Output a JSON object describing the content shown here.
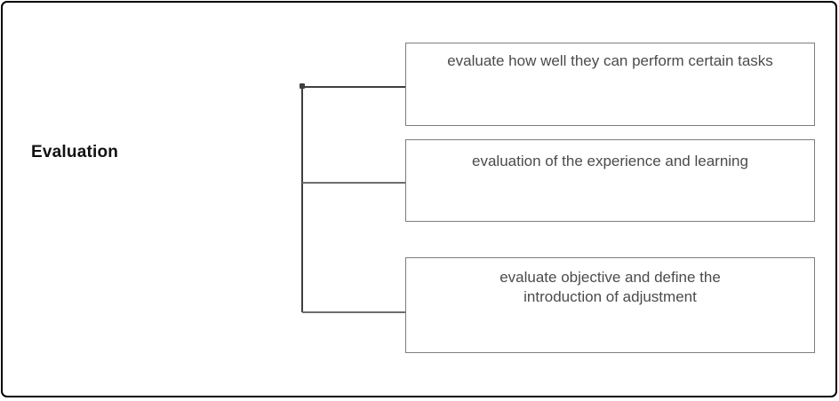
{
  "root": {
    "label": "Evaluation"
  },
  "branches": [
    {
      "label": "evaluate how well they can perform certain tasks"
    },
    {
      "label": "evaluation of the experience and learning"
    },
    {
      "label": "evaluate objective and define the introduction of adjustment"
    }
  ],
  "colors": {
    "outer_border": "#000000",
    "box_border": "#7d7d7d",
    "box_text": "#4b4b4b",
    "root_text": "#111111",
    "connector_dark": "#3f3f3f",
    "connector_light": "#6e6e6e",
    "background": "#ffffff"
  }
}
